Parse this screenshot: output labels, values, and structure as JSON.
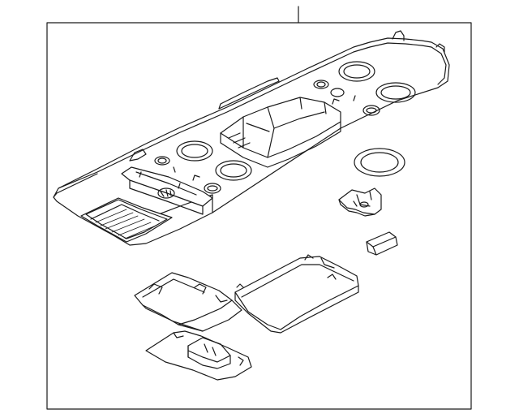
{
  "diagram": {
    "type": "exploded parts illustration",
    "parts": [
      "overhead-console-housing",
      "trim-ring",
      "mounting-clip",
      "small-retainer",
      "lamp-lens-panel",
      "storage-compartment-door",
      "switch-bezel"
    ]
  }
}
